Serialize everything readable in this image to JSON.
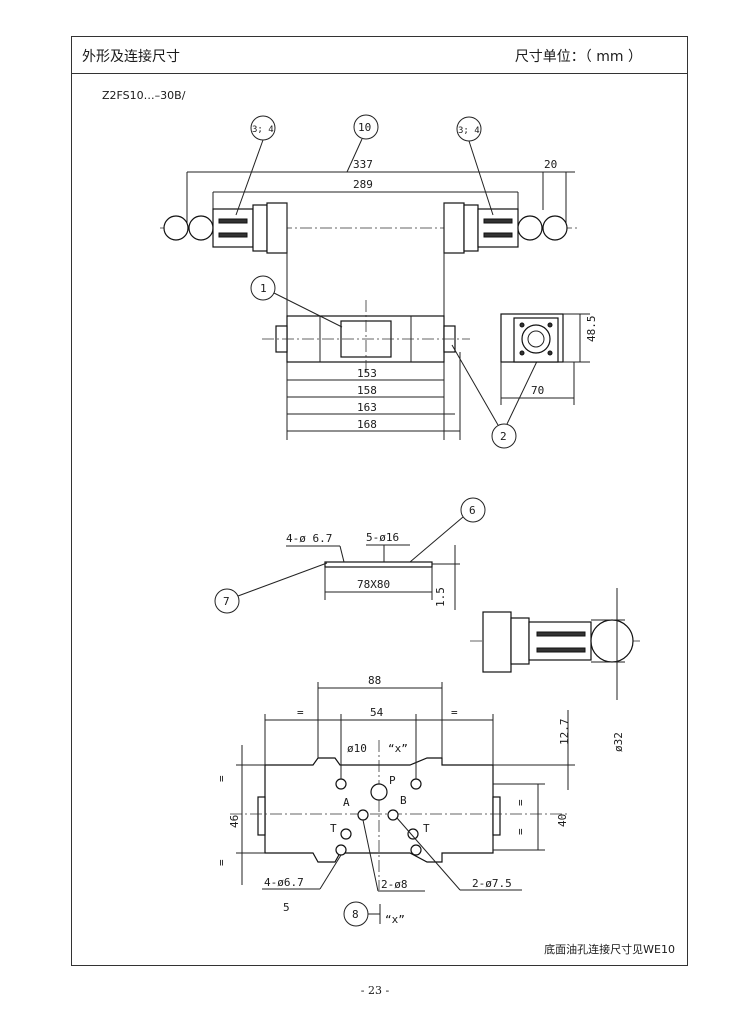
{
  "header": {
    "title": "外形及连接尺寸",
    "unit_label": "尺寸单位：（ mm ）"
  },
  "model": "Z2FS10…–30B/",
  "footnote": "底面油孔连接尺寸见WE10",
  "page_number": "- 23 -",
  "callouts": [
    "1",
    "2",
    "3; 4",
    "3; 4",
    "6",
    "7",
    "8",
    "10"
  ],
  "top_view": {
    "dim_337": "337",
    "dim_289": "289",
    "dim_20": "20"
  },
  "front_view": {
    "dim_153": "153",
    "dim_158": "158",
    "dim_163": "163",
    "dim_168": "168"
  },
  "side_view": {
    "dim_48_5": "48.5",
    "dim_70": "70"
  },
  "plate_view": {
    "holes_small": "4-ø 6.7",
    "holes_main": "5-ø16",
    "plate": "78X80",
    "thickness": "1.5"
  },
  "knob_view": {
    "dim_32": "ø32",
    "dim_12_7": "12.7"
  },
  "base_view": {
    "dim_88": "88",
    "dim_54": "54",
    "eq": "=",
    "dim_phi10": "ø10",
    "x_mark": "“x”",
    "port_p": "P",
    "port_a": "A",
    "port_b": "B",
    "port_t_left": "T",
    "port_t_right": "T",
    "dim_46": "46",
    "dim_40": "40",
    "holes_67": "4-ø6.7",
    "holes_8": "2-ø8",
    "holes_75": "2-ø7.5",
    "dim_5": "5",
    "section_x": "“x”"
  }
}
